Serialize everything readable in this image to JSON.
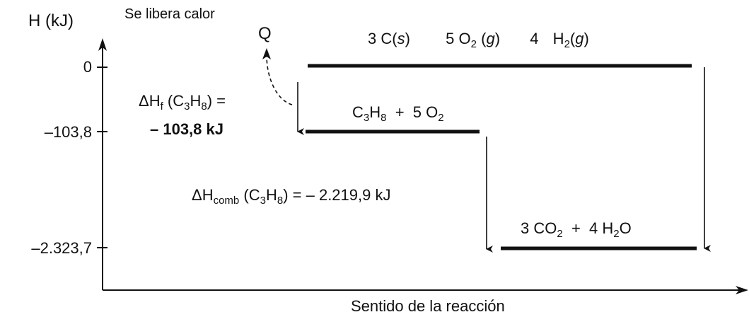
{
  "y_axis": {
    "label": "H (kJ)",
    "ticks": [
      "0",
      "–103,8",
      "–2.323,7"
    ]
  },
  "x_axis": {
    "label": "Sentido de la reacción"
  },
  "heat_note": "Se libera calor",
  "q_label": "Q",
  "levels": {
    "top": {
      "n1": "3",
      "s1": "C(",
      "state1": "s",
      "e1": ")",
      "n2": "5",
      "s2": "O",
      "sub2": "2",
      "state2": "g",
      "n3": "4",
      "s3": "H",
      "sub3": "2",
      "state3": "g"
    },
    "middle": {
      "a": "C",
      "a_sub1": "3",
      "b": "H",
      "b_sub": "8",
      "plus": "+",
      "c": "5 O",
      "c_sub": "2"
    },
    "bottom": {
      "a": "3 CO",
      "a_sub": "2",
      "plus": "+",
      "b": "4 H",
      "b_sub": "2",
      "c": "O"
    }
  },
  "formation": {
    "delta": "ΔH",
    "sub": "f",
    "species": "C",
    "species_sub1": "3",
    "species_mid": "H",
    "species_sub2": "8",
    "value": "– 103,8 kJ"
  },
  "combustion": {
    "delta": "ΔH",
    "sub": "comb",
    "species": "C",
    "species_sub1": "3",
    "species_mid": "H",
    "species_sub2": "8",
    "value": "= – 2.219,9 kJ"
  }
}
